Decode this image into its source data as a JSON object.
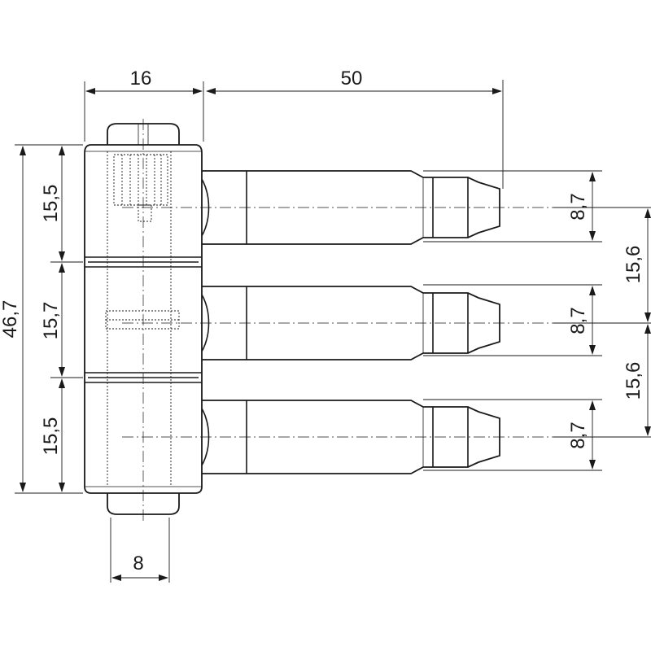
{
  "dimensions": {
    "barrel_width": "16",
    "pin_length": "50",
    "total_height": "46,7",
    "segment_top": "15,5",
    "segment_middle": "15,7",
    "segment_bottom": "15,5",
    "pin_top_dia": "8,7",
    "pin_middle_dia": "8,7",
    "pin_bottom_dia": "8,7",
    "pin_pitch_upper": "15,6",
    "pin_pitch_lower": "15,6",
    "core_width": "8"
  }
}
